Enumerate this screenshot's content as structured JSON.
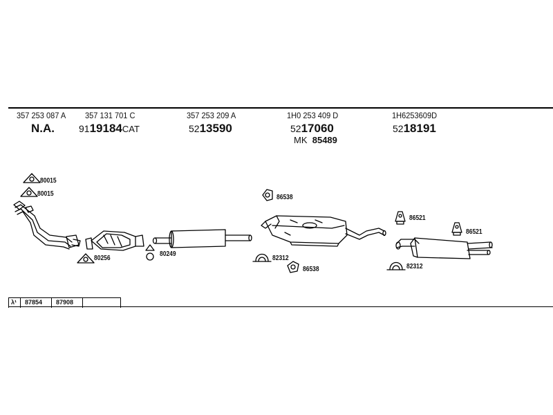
{
  "columns": [
    {
      "part_number": "357 253 087 A",
      "code_prefix": "",
      "code_main": "",
      "code_suffix": "",
      "code_text": "N.A.",
      "extra_prefix": "",
      "extra_value": ""
    },
    {
      "part_number": "357 131 701 C",
      "code_prefix": "91",
      "code_main": "19184",
      "code_suffix": "CAT",
      "code_text": "",
      "extra_prefix": "",
      "extra_value": ""
    },
    {
      "part_number": "357 253 209 A",
      "code_prefix": "52",
      "code_main": "13590",
      "code_suffix": "",
      "code_text": "",
      "extra_prefix": "",
      "extra_value": ""
    },
    {
      "part_number": "1H0 253 409 D",
      "code_prefix": "52",
      "code_main": "17060",
      "code_suffix": "",
      "code_text": "",
      "extra_prefix": "MK",
      "extra_value": "85489"
    },
    {
      "part_number": "1H6253609D",
      "code_prefix": "52",
      "code_main": "18191",
      "code_suffix": "",
      "code_text": "",
      "extra_prefix": "",
      "extra_value": ""
    }
  ],
  "accessory_labels": [
    {
      "id": "a1",
      "text": "80015"
    },
    {
      "id": "a2",
      "text": "80015"
    },
    {
      "id": "a3",
      "text": "80256"
    },
    {
      "id": "a4",
      "text": "80249"
    },
    {
      "id": "a5",
      "text": "86538"
    },
    {
      "id": "a6",
      "text": "82312"
    },
    {
      "id": "a7",
      "text": "86538"
    },
    {
      "id": "a8",
      "text": "86521"
    },
    {
      "id": "a9",
      "text": "86521"
    },
    {
      "id": "a10",
      "text": "82312"
    }
  ],
  "footer": {
    "symbol": "λ¹",
    "cells": [
      "87854",
      "87908",
      ""
    ]
  }
}
